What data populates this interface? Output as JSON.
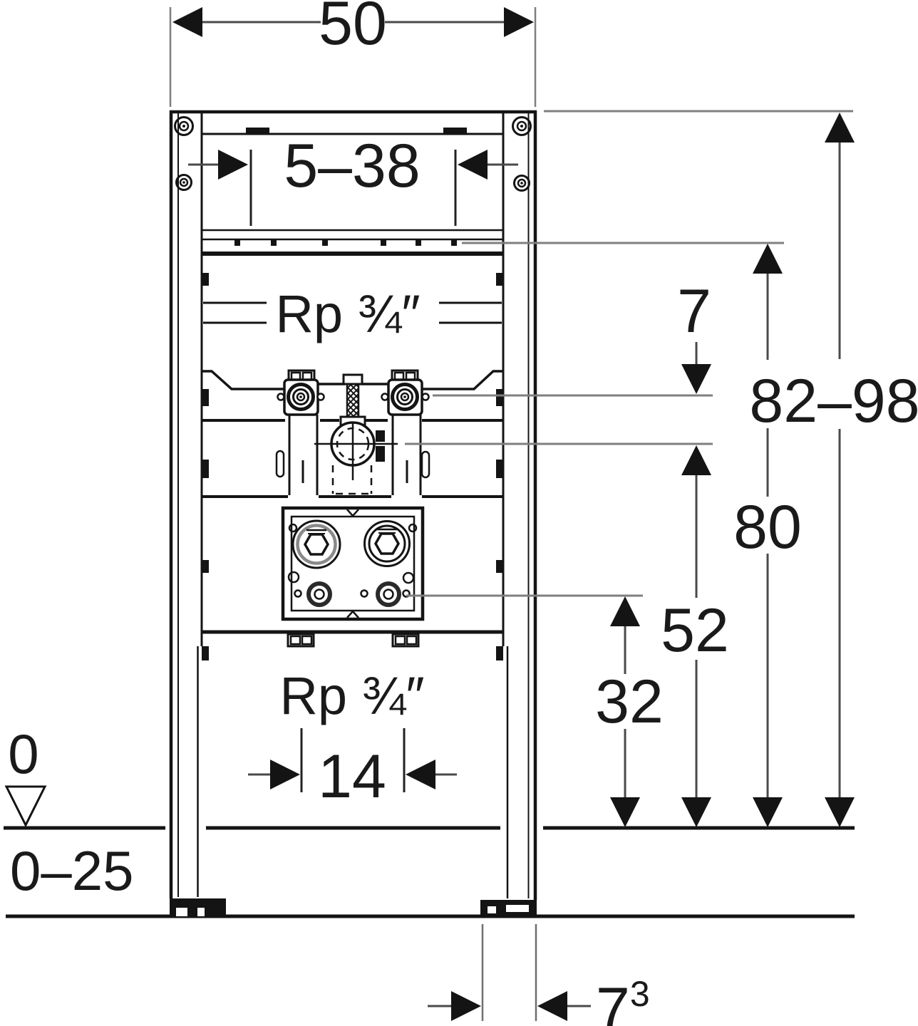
{
  "drawing": {
    "kind": "installation-frame technical dimension drawing",
    "dims": {
      "frame_width": "50",
      "plate_range": "5–38",
      "top_offset": "7",
      "height_range": "82–98",
      "rail_height": "80",
      "drain_height": "52",
      "lower_connection_height": "32",
      "tap_spacing": "14",
      "floor_zero": "0",
      "floor_adjust_range": "0–25",
      "foot_depth_main": "7",
      "foot_depth_sup": "3"
    },
    "labels": {
      "thread_upper": "Rp ¾″",
      "thread_lower": "Rp ¾″"
    },
    "colors": {
      "ink": "#141414",
      "dim_line": "#4a4a4a",
      "leader": "#7f7f7f",
      "background": "#ffffff"
    }
  }
}
